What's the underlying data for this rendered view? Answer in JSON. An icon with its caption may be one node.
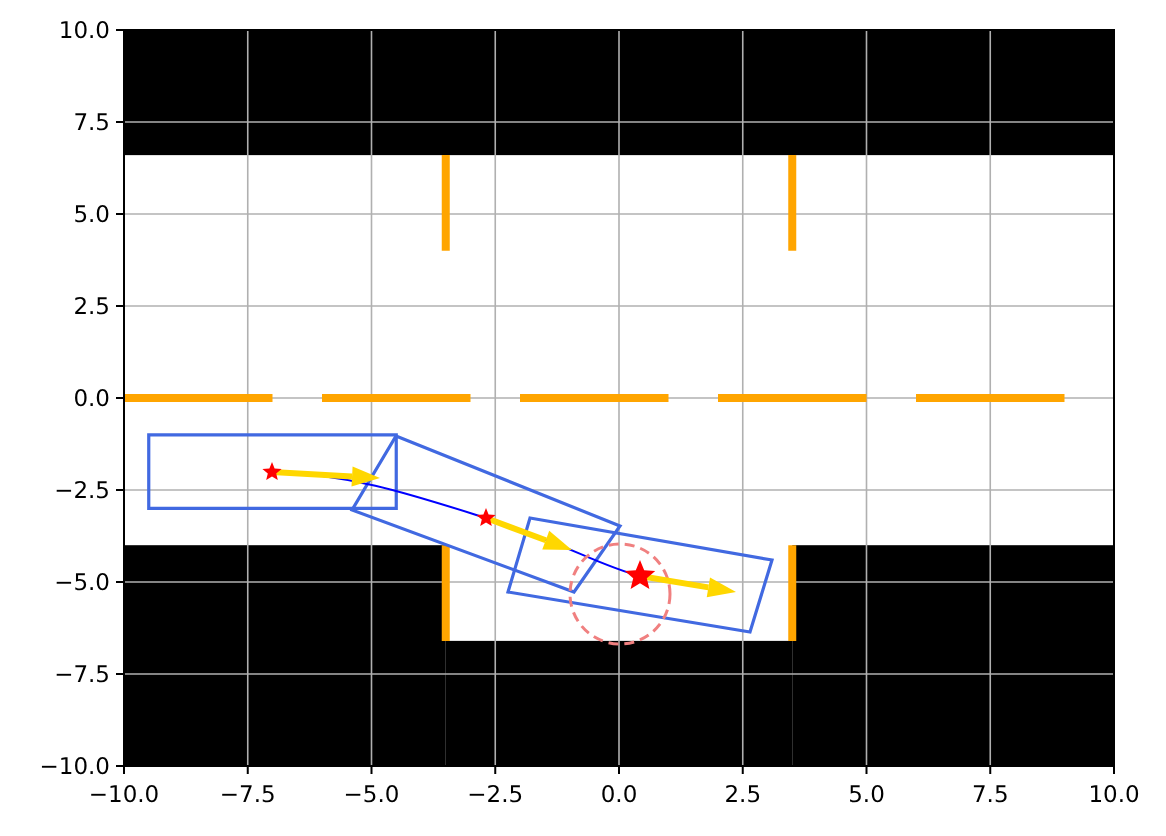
{
  "diagram": {
    "labels": [
      "10.0",
      "7.5",
      "5.0",
      "2.5",
      "0.0",
      "−2.5",
      "−5.0",
      "−7.5",
      "−10.0",
      "−10.0",
      "−7.5",
      "−5.0",
      "−2.5",
      "0.0",
      "2.5",
      "5.0",
      "7.5",
      "10.0"
    ]
  }
}
